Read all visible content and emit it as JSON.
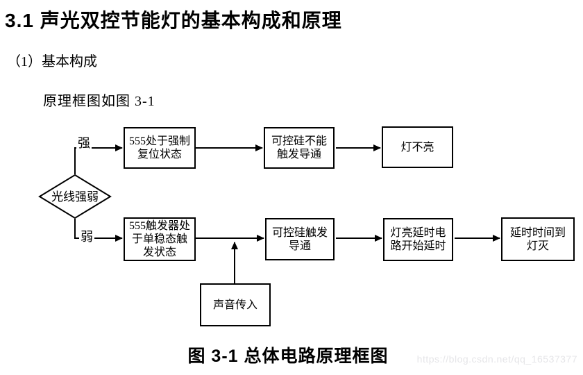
{
  "page": {
    "heading": "3.1  声光双控节能灯的基本构成和原理",
    "subheading": "（1）基本构成",
    "intro": "原理框图如图 3-1",
    "caption": "图 3-1 总体电路原理框图",
    "watermark": "https://blog.csdn.net/qq_16537377"
  },
  "diagram": {
    "decision": "光线强弱",
    "branch_strong": "强",
    "branch_weak": "弱",
    "nodes": {
      "reset": "555处于强制\n复位状态",
      "scr_no_trigger": "可控硅不能\n触发导通",
      "lamp_off": "灯不亮",
      "monostable": "555触发器处\n于单稳态触\n发状态",
      "scr_trigger": "可控硅触发\n导通",
      "delay_start": "灯亮延时电\n路开始延时",
      "delay_end": "延时时间到\n灯灭",
      "sound_in": "声音传入"
    },
    "colors": {
      "line": "#000000",
      "box_bg": "#ffffff",
      "watermark": "#e5e5e8"
    }
  }
}
